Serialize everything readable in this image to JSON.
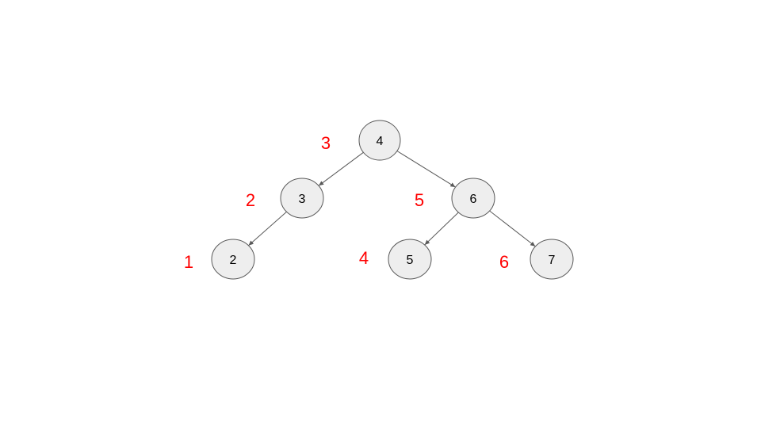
{
  "tree": {
    "nodes": [
      {
        "id": "n4",
        "label": "4"
      },
      {
        "id": "n3",
        "label": "3"
      },
      {
        "id": "n6",
        "label": "6"
      },
      {
        "id": "n2",
        "label": "2"
      },
      {
        "id": "n5",
        "label": "5"
      },
      {
        "id": "n7",
        "label": "7"
      }
    ],
    "edges": [
      {
        "from": "n4",
        "to": "n3"
      },
      {
        "from": "n4",
        "to": "n6"
      },
      {
        "from": "n3",
        "to": "n2"
      },
      {
        "from": "n6",
        "to": "n5"
      },
      {
        "from": "n6",
        "to": "n7"
      }
    ],
    "annotations": [
      {
        "node": "n4",
        "label": "3"
      },
      {
        "node": "n3",
        "label": "2"
      },
      {
        "node": "n6",
        "label": "5"
      },
      {
        "node": "n2",
        "label": "1"
      },
      {
        "node": "n5",
        "label": "4"
      },
      {
        "node": "n7",
        "label": "6"
      }
    ]
  },
  "colors": {
    "node_fill": "#eeeeee",
    "node_stroke": "#595959",
    "edge": "#595959",
    "annotation": "#ff0000"
  }
}
